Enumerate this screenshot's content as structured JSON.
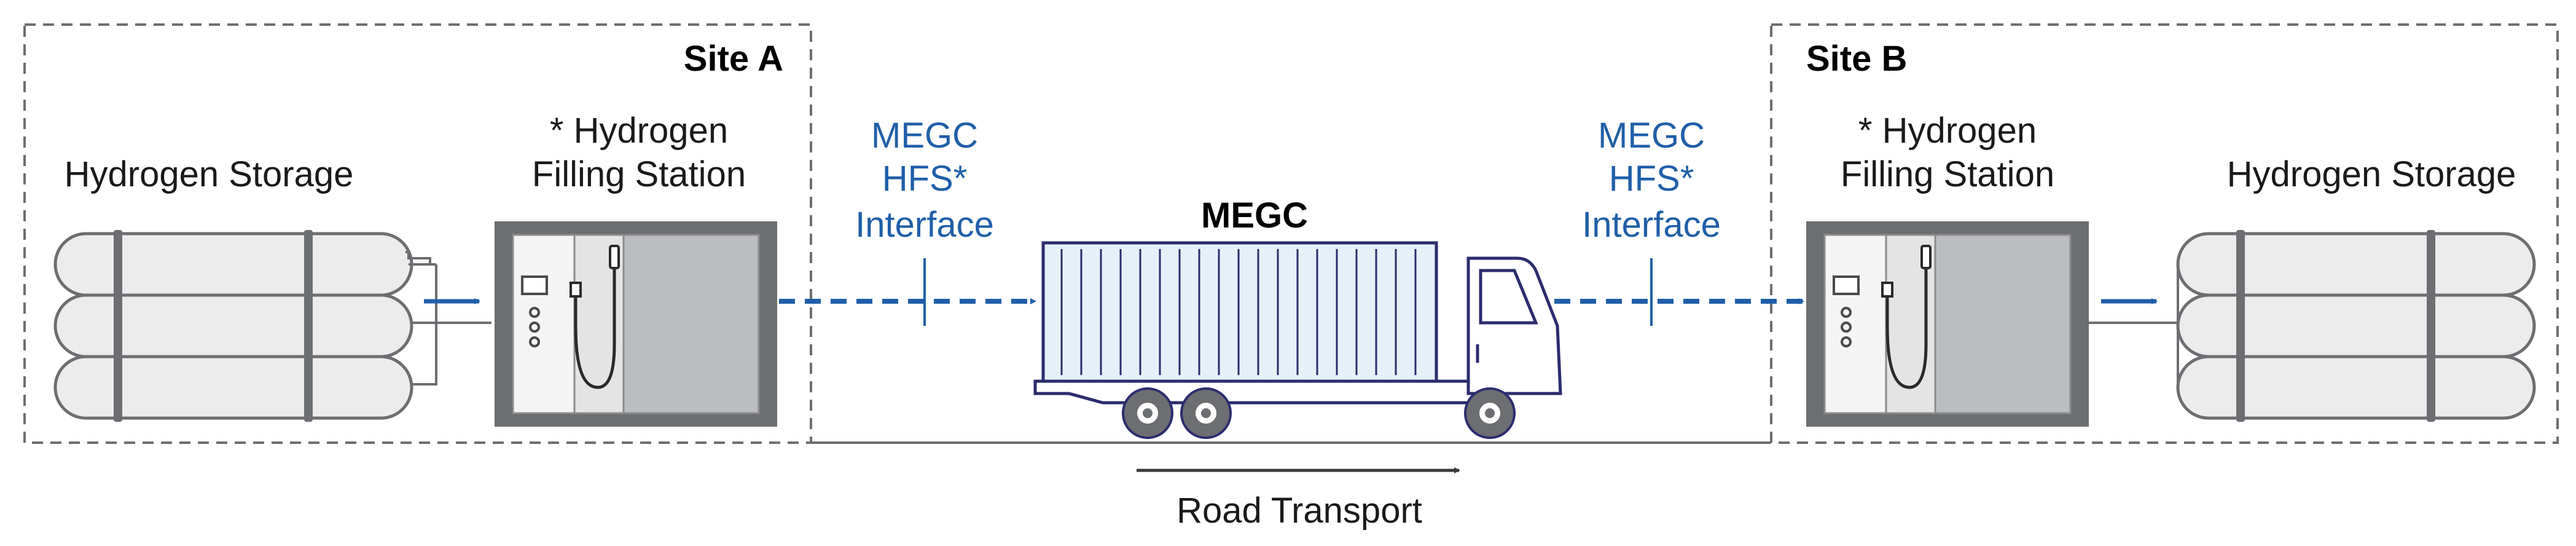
{
  "site_a": {
    "title": "Site A",
    "storage_label": "Hydrogen Storage",
    "station_label_1": "* Hydrogen",
    "station_label_2": "Filling Station"
  },
  "site_b": {
    "title": "Site B",
    "storage_label": "Hydrogen Storage",
    "station_label_1": "* Hydrogen",
    "station_label_2": "Filling Station"
  },
  "interface_left": {
    "line1": "MEGC",
    "line2": "HFS*",
    "line3": "Interface"
  },
  "interface_right": {
    "line1": "MEGC",
    "line2": "HFS*",
    "line3": "Interface"
  },
  "truck": {
    "label": "MEGC"
  },
  "transport": {
    "label": "Road Transport"
  },
  "colors": {
    "accent_blue": "#1f5fa8",
    "frame_gray": "#6d6e71",
    "station_gray": "#bcbdbf",
    "tank_fill": "#ececec",
    "container_fill": "#e6f0f8",
    "truck_stroke": "#2b2d6e"
  },
  "icons": {
    "flow_arrow": "arrow-right-icon",
    "tank": "hydrogen-tank-icon",
    "station": "filling-station-icon",
    "truck": "truck-icon"
  }
}
